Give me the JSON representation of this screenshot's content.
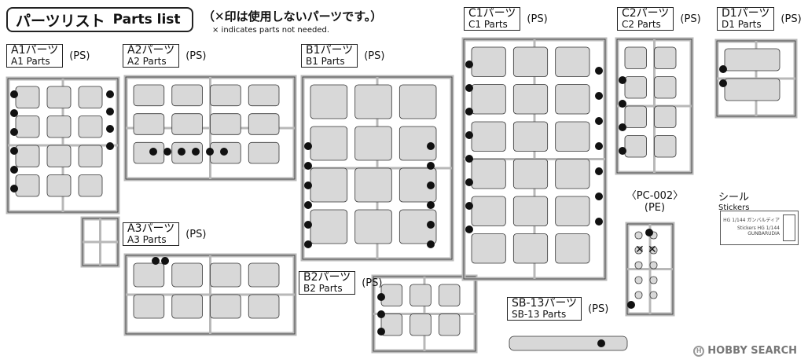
{
  "header": {
    "title_jp": "パーツリスト",
    "title_en": "Parts list",
    "note_jp": "（✕印は使用しないパーツです。）",
    "note_en": "× indicates parts not needed."
  },
  "runners": [
    {
      "id": "A1",
      "jp": "A1パーツ",
      "en": "A1 Parts",
      "material": "(PS)"
    },
    {
      "id": "A2",
      "jp": "A2パーツ",
      "en": "A2 Parts",
      "material": "(PS)"
    },
    {
      "id": "A3",
      "jp": "A3パーツ",
      "en": "A3 Parts",
      "material": "(PS)"
    },
    {
      "id": "B1",
      "jp": "B1パーツ",
      "en": "B1 Parts",
      "material": "(PS)"
    },
    {
      "id": "B2",
      "jp": "B2パーツ",
      "en": "B2 Parts",
      "material": "(PS)"
    },
    {
      "id": "C1",
      "jp": "C1パーツ",
      "en": "C1 Parts",
      "material": "(PS)"
    },
    {
      "id": "C2",
      "jp": "C2パーツ",
      "en": "C2 Parts",
      "material": "(PS)"
    },
    {
      "id": "D1",
      "jp": "D1パーツ",
      "en": "D1 Parts",
      "material": "(PS)"
    },
    {
      "id": "SB13",
      "jp": "SB-13パーツ",
      "en": "SB-13 Parts",
      "material": "(PS)"
    }
  ],
  "pc": {
    "name": "〈PC-002〉",
    "material": "(PE)"
  },
  "stickers": {
    "jp": "シール",
    "en": "Stickers",
    "line1": "HG 1/144 ガンバルディア",
    "line2": "Stickers HG 1/144 GUNBARUDIA"
  },
  "logo": {
    "text": "HOBBY SEARCH"
  },
  "colors": {
    "line": "#333333",
    "frame": "#b8b8b8",
    "part": "#d8d8d8",
    "badge": "#111111"
  }
}
